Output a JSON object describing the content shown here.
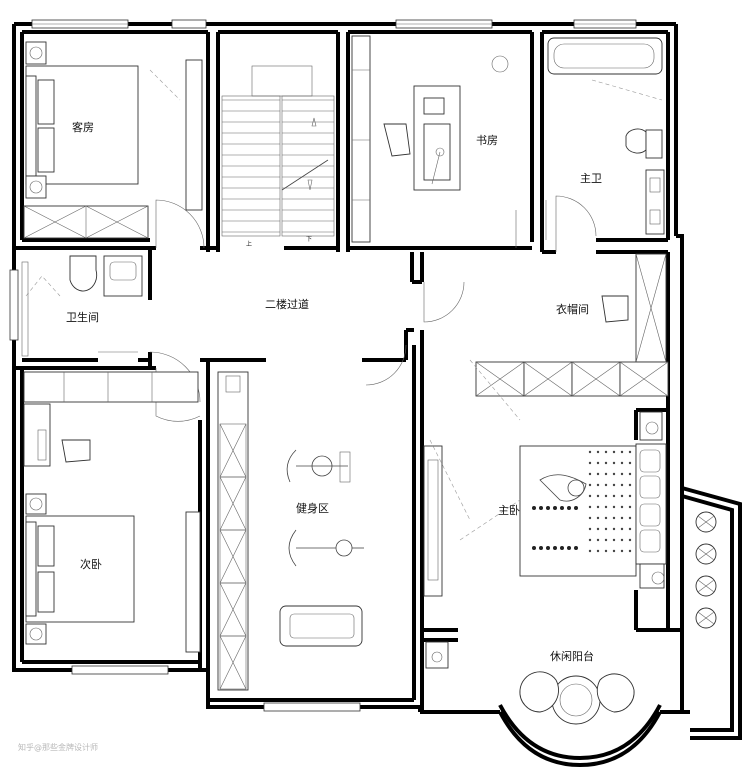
{
  "rooms": {
    "guest_room": "客房",
    "stair_hall": "二楼过道",
    "study": "书房",
    "master_bath": "主卫",
    "bathroom": "卫生间",
    "walk_in_closet": "衣帽间",
    "second_bedroom": "次卧",
    "fitness_area": "健身区",
    "master_bedroom": "主卧",
    "leisure_balcony": "休闲阳台"
  },
  "stairs": {
    "up_mark": "上",
    "down_mark": "下"
  },
  "watermark": "知乎@那些金牌设计师",
  "colors": {
    "wall": "#000000",
    "line": "#444444",
    "background": "#ffffff"
  }
}
